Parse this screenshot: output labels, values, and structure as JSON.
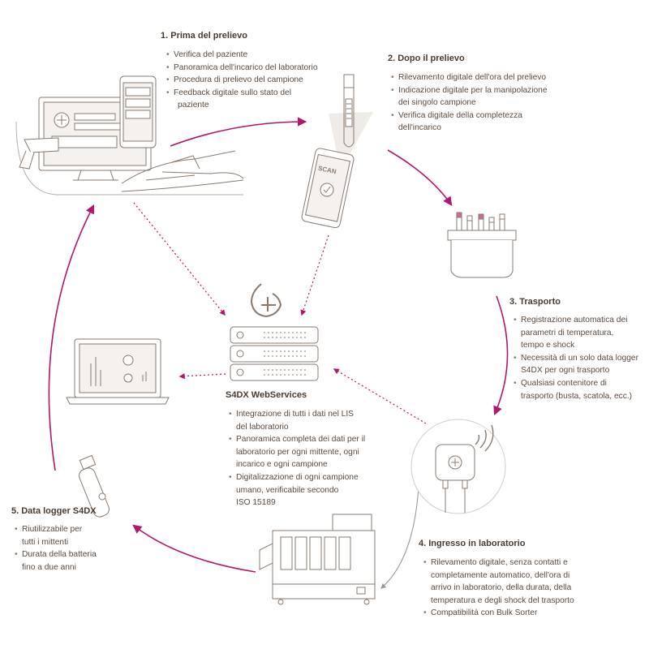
{
  "steps": {
    "step1": {
      "title": "1.  Prima del prelievo",
      "items": [
        "Verifica del paziente",
        "Panoramica dell'incarico del laboratorio",
        "Procedura di prelievo del campione",
        "Feedback digitale sullo stato del",
        "paziente"
      ]
    },
    "step2": {
      "title": "2.  Dopo il prelievo",
      "items": [
        "Rilevamento digitale dell'ora del prelievo",
        "Indicazione digitale per la manipolazione",
        "dei singolo campione",
        "Verifica digitale della completezza",
        "dell'incarico"
      ]
    },
    "step3": {
      "title": "3.  Trasporto",
      "items": [
        "Registrazione automatica dei",
        "parametri di temperatura,",
        "tempo e shock",
        "Necessità di un solo data logger",
        "S4DX per ogni trasporto",
        "Qualsiasi contenitore di",
        "trasporto (busta, scatola, ecc.)"
      ]
    },
    "step4": {
      "title": "4.  Ingresso in laboratorio",
      "items": [
        "Rilevamento digitale, senza contatti e",
        "completamente automatico, dell'ora di",
        "arrivo in laboratorio, della durata, della",
        "temperatura e degli shock del trasporto",
        "Compatibilità con Bulk Sorter"
      ]
    },
    "step5": {
      "title": "5.  Data logger S4DX",
      "items": [
        "Riutilizzabile per",
        "tutti i mittenti",
        "Durata della batteria",
        "fino a due anni"
      ]
    }
  },
  "center": {
    "title": "S4DX WebServices",
    "items": [
      "Integrazione di tutti i dati nel LIS",
      "del laboratorio",
      "Panoramica completa dei dati per il",
      "laboratorio per ogni mittente, ogni",
      "incarico e ogni campione",
      "Digitalizzazione di ogni campione",
      "umano, verificabile secondo",
      "ISO 15189"
    ]
  },
  "phone_text": "SCAN",
  "colors": {
    "accent": "#b5166b",
    "line": "#8a7a6e",
    "text": "#5b4a3e",
    "fill": "#f4f1ee"
  }
}
